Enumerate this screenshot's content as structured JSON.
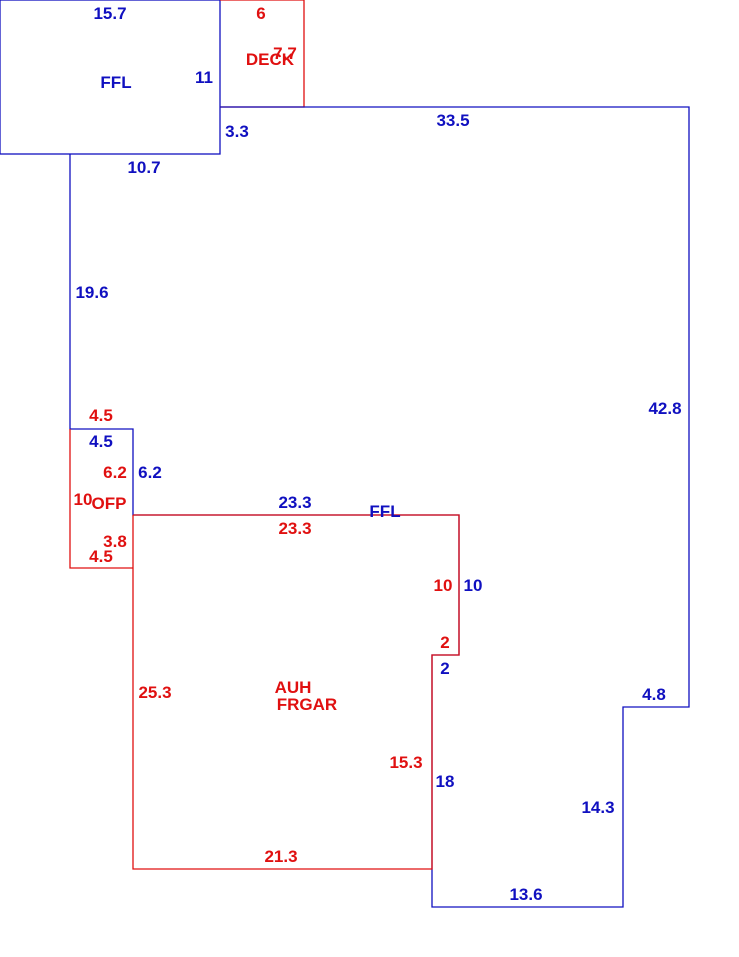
{
  "colors": {
    "living": "#1010c0",
    "other": "#e01010",
    "background": "#ffffff"
  },
  "areas": {
    "ffl_upper": {
      "name": "FFL",
      "top": "15.7",
      "right": "11",
      "bottom": "10.7"
    },
    "deck": {
      "name": "DECK",
      "top": "6",
      "side_overlap": "7.7"
    },
    "ffl_main": {
      "name": "FFL",
      "seg_3_3": "3.3",
      "top": "33.5",
      "left": "19.6",
      "right": "42.8",
      "ofp_top": "4.5",
      "ofp_side": "6.2",
      "gar_top": "23.3",
      "gar_right": "10",
      "notch": "2",
      "gar_lower_right": "18",
      "right_step": "4.8",
      "right_lower": "14.3",
      "bottom": "13.6"
    },
    "ofp": {
      "name": "OFP",
      "top": "4.5",
      "left": "10",
      "side": "6.2",
      "inner": "3.8",
      "bottom": "4.5"
    },
    "garage": {
      "name_line1": "AUH",
      "name_line2": "FRGAR",
      "top": "23.3",
      "right": "10",
      "notch": "2",
      "left": "25.3",
      "right_lower": "15.3",
      "bottom": "21.3"
    }
  }
}
